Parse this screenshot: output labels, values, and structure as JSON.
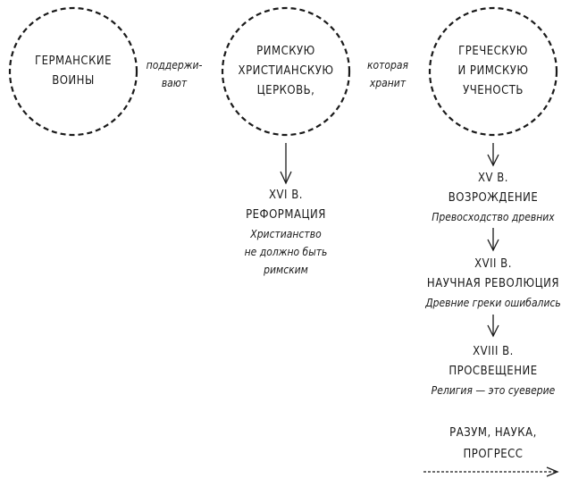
{
  "nodes": {
    "germanic": {
      "line1": "ГЕРМАНСКИЕ",
      "line2": "ВОИНЫ"
    },
    "church": {
      "line1": "РИМСКУЮ",
      "line2": "ХРИСТИАНСКУЮ",
      "line3": "ЦЕРКОВЬ,"
    },
    "learning": {
      "line1": "ГРЕЧЕСКУЮ",
      "line2": "И РИМСКУЮ",
      "line3": "УЧЕНОСТЬ"
    }
  },
  "connectors": {
    "support": {
      "line1": "поддержи-",
      "line2": "вают"
    },
    "preserves": {
      "line1": "которая",
      "line2": "хранит"
    }
  },
  "reformation": {
    "century": "XVI в.",
    "title": "РЕФОРМАЦИЯ",
    "note1": "Христианство",
    "note2": "не должно быть",
    "note3": "римским"
  },
  "timeline": [
    {
      "century": "XV в.",
      "title": "ВОЗРОЖДЕНИЕ",
      "note": "Превосходство древних"
    },
    {
      "century": "XVII в.",
      "title": "НАУЧНАЯ РЕВОЛЮЦИЯ",
      "note": "Древние греки ошибались"
    },
    {
      "century": "XVIII в.",
      "title": "ПРОСВЕЩЕНИЕ",
      "note": "Религия — это суеверие"
    }
  ],
  "outcome": {
    "line1": "РАЗУМ, НАУКА,",
    "line2": "ПРОГРЕСС"
  },
  "colors": {
    "stroke": "#1a1a1a",
    "background": "#ffffff"
  }
}
